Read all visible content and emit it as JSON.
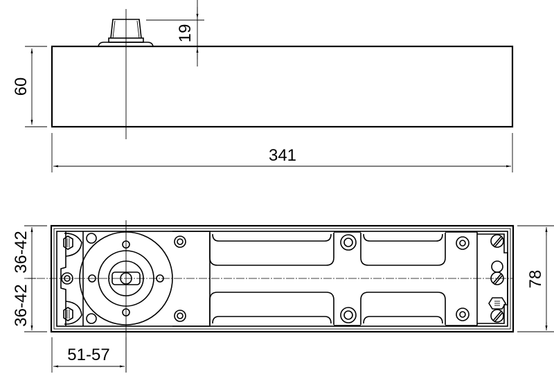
{
  "drawing": {
    "subject": "floor spring door closer",
    "side_view": {
      "height_label": "60",
      "spindle_height_label": "19",
      "length_label": "341"
    },
    "top_view": {
      "width_label": "78",
      "upper_offset_label": "36-42",
      "lower_offset_label": "36-42",
      "spindle_offset_label": "51-57"
    }
  },
  "colors": {
    "line": "#000000",
    "background": "#ffffff"
  }
}
